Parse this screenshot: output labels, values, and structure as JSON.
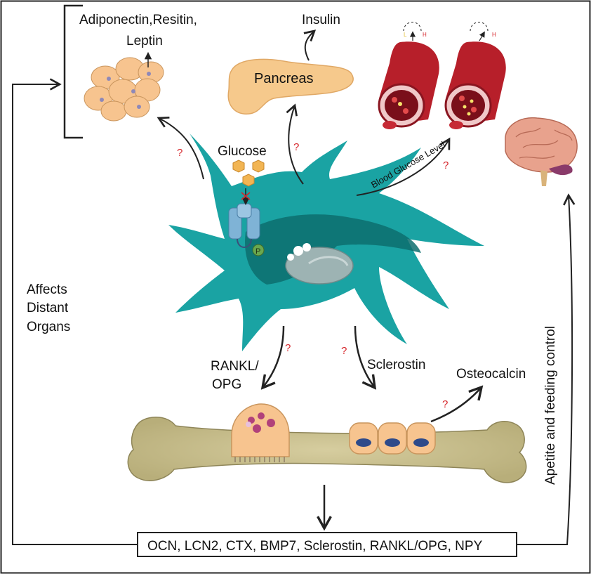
{
  "labels": {
    "adipokines_line1": "Adiponectin,Resitin,",
    "adipokines_line2": "Leptin",
    "insulin": "Insulin",
    "pancreas": "Pancreas",
    "glucose": "Glucose",
    "blood_glucose": "Blood Glucose Level",
    "affects_line1": "Affects",
    "affects_line2": "Distant",
    "affects_line3": "Organs",
    "rankl_line1": "RANKL/",
    "rankl_line2": "OPG",
    "sclerostin": "Sclerostin",
    "osteocalcin": "Osteocalcin",
    "appetite": "Apetite and feeding control",
    "bottom_box": "OCN, LCN2, CTX, BMP7, Sclerostin, RANKL/OPG, NPY",
    "question_mark": "?",
    "phospho": "P",
    "vessel_low": "L",
    "vessel_high": "H"
  },
  "colors": {
    "osteocyte": "#1aa3a3",
    "osteocyte_dark": "#0d6e6e",
    "bone": "#c9c08f",
    "pancreas": "#f6c98c",
    "adipocyte": "#f7c48f",
    "vessel": "#b71f2a",
    "brain": "#e8a28d",
    "question": "#d6262b"
  }
}
